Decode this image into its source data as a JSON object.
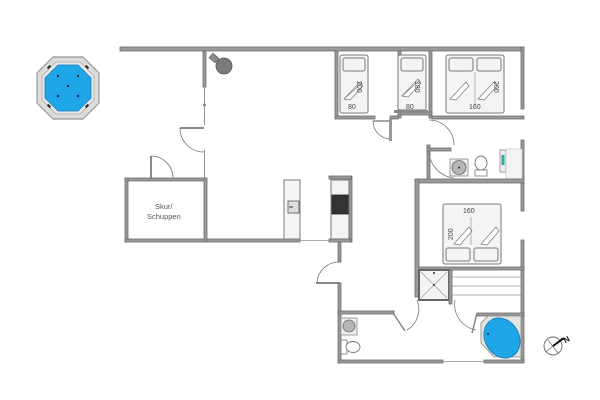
{
  "floor_plan": {
    "rooms": [
      {
        "name": "shed",
        "label_line1": "Skur/",
        "label_line2": "Schuppen"
      }
    ],
    "beds": [
      {
        "id": "bedroom1-single",
        "width_label": "80",
        "length_label": "200"
      },
      {
        "id": "bedroom2-single",
        "width_label": "80",
        "length_label": "180"
      },
      {
        "id": "bedroom3-double",
        "width_label": "160",
        "length_label": "200"
      },
      {
        "id": "bedroom4-double",
        "width_label": "160",
        "length_label": "200"
      }
    ],
    "fixtures": [
      "hot-tub",
      "wood-stove",
      "kitchen-sink",
      "cooktop",
      "toilet",
      "washbasin",
      "shower",
      "sauna-benches",
      "spa-bathtub"
    ],
    "compass": {
      "direction_label": "N"
    },
    "colors": {
      "wall": "#9a9a9a",
      "water": "#1ea6e8",
      "stove": "#7a7a7a",
      "cooktop": "#333333"
    }
  }
}
